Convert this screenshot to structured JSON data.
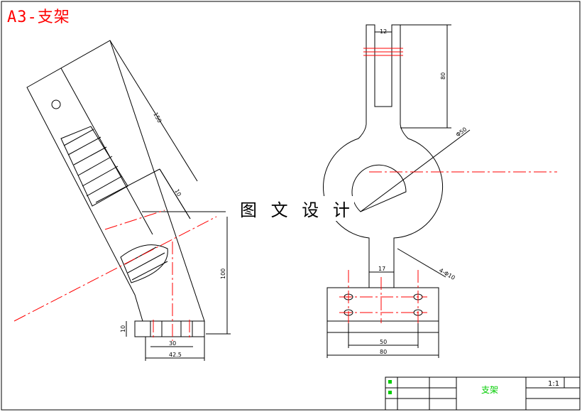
{
  "drawing": {
    "title": "A3-支架",
    "caption": "图 文 设 计"
  },
  "dimensions": {
    "left_view": {
      "length_150": "150",
      "thickness_10": "10",
      "height_100": "100",
      "base_thickness": "10",
      "width_30": "30",
      "width_42_5": "42.5"
    },
    "right_view": {
      "slot_width": "12",
      "slot_depth": "80",
      "ring_diameter": "Φ50",
      "neck_width": "17",
      "holes": "4-Φ10",
      "hole_spacing": "50",
      "base_width": "80"
    }
  },
  "title_block": {
    "part_name": "支架",
    "scale": "1:1",
    "marker_color": "#00cc00"
  },
  "colors": {
    "outline": "#000000",
    "centerline": "#ff0000",
    "title": "#ff0000"
  }
}
